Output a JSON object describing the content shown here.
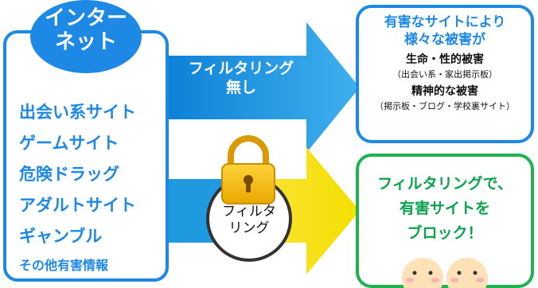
{
  "internet": {
    "title_lines": [
      "インター",
      "ネット"
    ],
    "sites": [
      "出会い系サイト",
      "ゲームサイト",
      "危険ドラッグ",
      "アダルトサイト",
      "ギャンブル"
    ],
    "other": "その他有害情報"
  },
  "top_arrow": {
    "label_lines": [
      "フィルタリング",
      "無し"
    ]
  },
  "filter_badge": {
    "label_lines": [
      "フィルタ",
      "リング"
    ]
  },
  "harm_box": {
    "heading_lines": [
      "有害なサイトにより",
      "様々な被害が"
    ],
    "item1_title": "生命・性的被害",
    "item1_detail": "（出会い系・家出掲示板）",
    "item2_title": "精神的な被害",
    "item2_detail": "（掲示板・ブログ・学校裏サイト）"
  },
  "safe_box": {
    "lines": [
      "フィルタリングで、",
      "有害サイトを",
      "ブロック！"
    ]
  },
  "colors": {
    "blue": "#1e88e5",
    "arrow_blue": "#1f9ae0",
    "yellow": "#f5e61a",
    "green": "#1fb24e",
    "lock_gold": "#f2b705"
  }
}
